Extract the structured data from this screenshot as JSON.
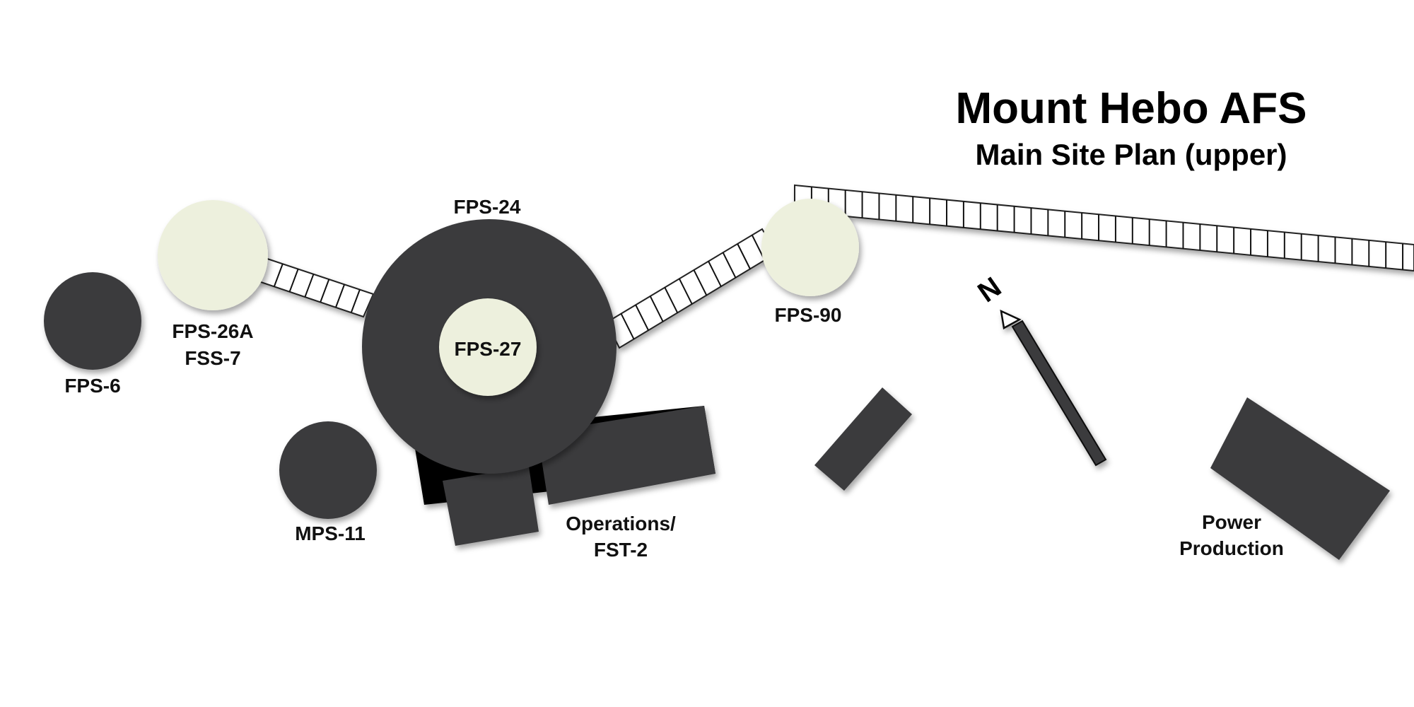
{
  "title": "Mount Hebo AFS",
  "subtitle": "Main Site Plan (upper)",
  "north_label": "N",
  "colors": {
    "building": "#3b3b3e",
    "antenna_pad": "#edf0dd",
    "walkway": "#ffffff"
  },
  "labels": {
    "fps6": "FPS-6",
    "fps26a": "FPS-26A",
    "fss7": "FSS-7",
    "fps24": "FPS-24",
    "fps27": "FPS-27",
    "fps90": "FPS-90",
    "mps11": "MPS-11",
    "operations": "Operations/",
    "fst2": "FST-2",
    "power": "Power",
    "production": "Production"
  }
}
